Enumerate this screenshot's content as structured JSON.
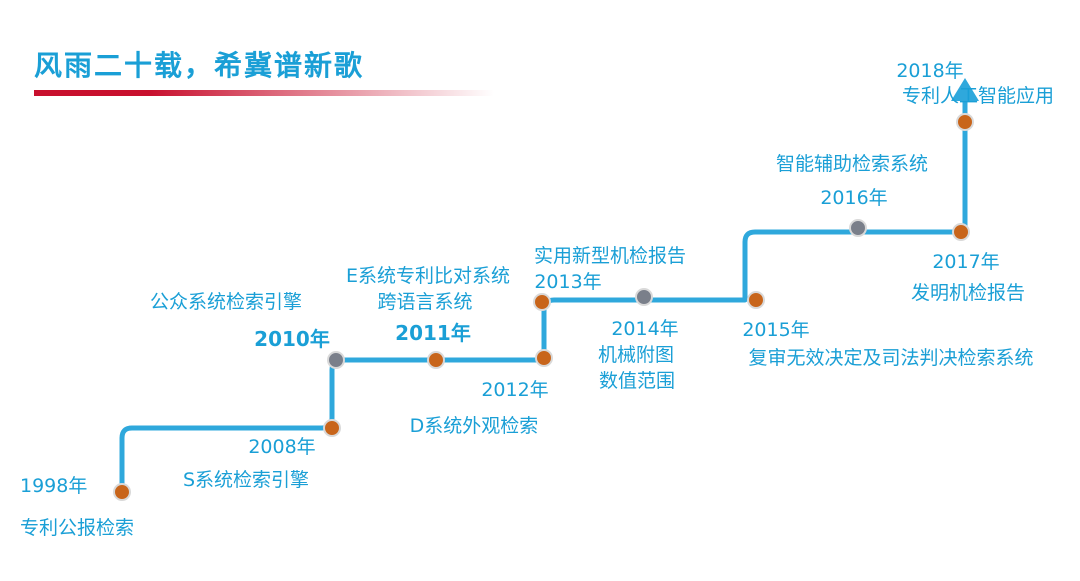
{
  "slide": {
    "title": "风雨二十载，希冀谱新歌"
  },
  "colors": {
    "title": "#1A9FD6",
    "title_bar_start": "#C8102E",
    "title_bar_end": "#FFFFFF",
    "line": "#2FA8DC",
    "milestone": "#C8651B",
    "milestone_alt": "#7A7F8A",
    "text": "#1A9FD6"
  },
  "milestones": {
    "m1998": {
      "year": "1998年",
      "desc": "专利公报检索"
    },
    "m2008": {
      "year": "2008年",
      "desc": "S系统检索引擎"
    },
    "m2010": {
      "year": "2010年",
      "desc": "公众系统检索引擎"
    },
    "m2011": {
      "year": "2011年",
      "desc": "跨语言系统",
      "desc2": "E系统专利比对系统"
    },
    "m2012": {
      "year": "2012年",
      "desc": "D系统外观检索"
    },
    "m2013": {
      "year": "2013年",
      "desc": "实用新型机检报告"
    },
    "m2014": {
      "year": "2014年",
      "desc": "机械附图",
      "desc2": "数值范围"
    },
    "m2015": {
      "year": "2015年",
      "desc": "复审无效决定及司法判决检索系统"
    },
    "m2016": {
      "year": "2016年",
      "desc": "智能辅助检索系统"
    },
    "m2017": {
      "year": "2017年",
      "desc": "发明机检报告"
    },
    "m2018": {
      "year": "2018年",
      "desc": "专利人工智能应用"
    }
  }
}
